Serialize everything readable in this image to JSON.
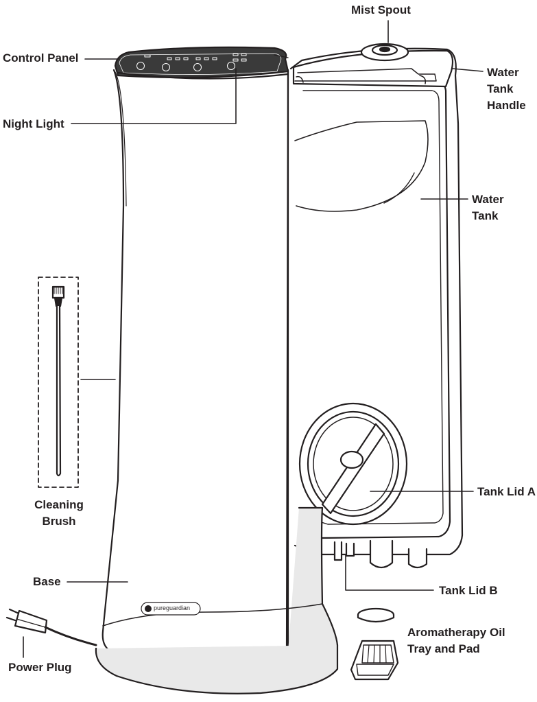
{
  "labels": {
    "mist_spout": "Mist Spout",
    "control_panel": "Control Panel",
    "water_tank_handle": [
      "Water",
      "Tank",
      "Handle"
    ],
    "night_light": "Night Light",
    "water_tank": [
      "Water",
      "Tank"
    ],
    "cleaning_brush": [
      "Cleaning",
      "Brush"
    ],
    "tank_lid_a": "Tank Lid A",
    "base": "Base",
    "tank_lid_b": "Tank Lid B",
    "aromatherapy": [
      "Aromatherapy Oil",
      "Tray and Pad"
    ],
    "power_plug": "Power Plug"
  },
  "brand_text": "pureguardian",
  "colors": {
    "line": "#231f20",
    "fill_light": "#ffffff",
    "fill_shade": "#e9e9e9",
    "fill_dark": "#3a3a3a"
  }
}
